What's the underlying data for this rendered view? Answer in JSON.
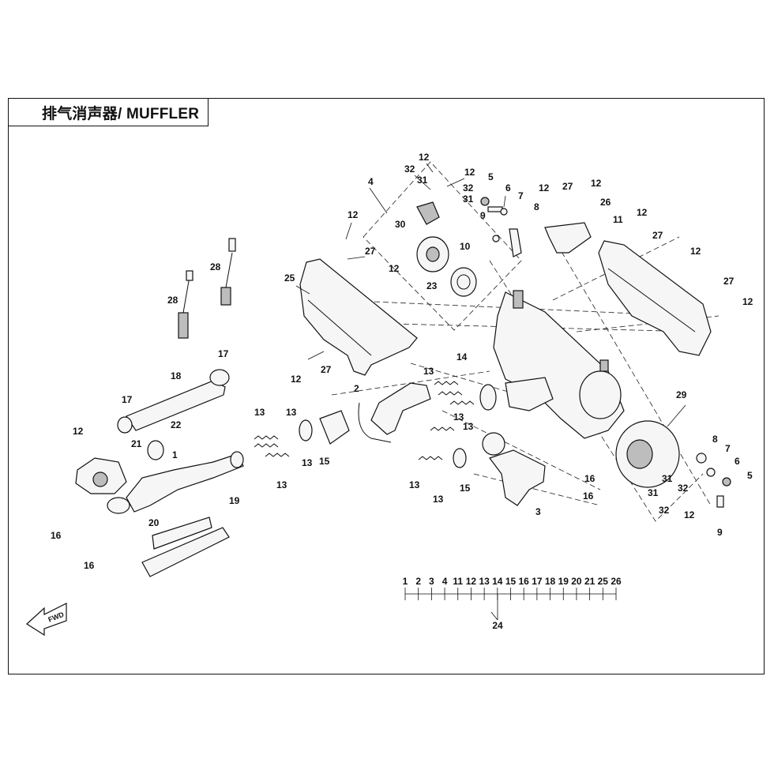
{
  "title": "排气消声器/ MUFFLER",
  "fwd_label": "FWD",
  "group_label": "24",
  "group_members": [
    "1",
    "2",
    "3",
    "4",
    "11",
    "12",
    "13",
    "14",
    "15",
    "16",
    "17",
    "18",
    "19",
    "20",
    "21",
    "25",
    "26"
  ],
  "callouts": [
    {
      "id": "c-12a",
      "text": "12"
    },
    {
      "id": "c-32a",
      "text": "32"
    },
    {
      "id": "c-31a",
      "text": "31"
    },
    {
      "id": "c-12b",
      "text": "12"
    },
    {
      "id": "c-32b",
      "text": "32"
    },
    {
      "id": "c-31b",
      "text": "31"
    },
    {
      "id": "c-4",
      "text": "4"
    },
    {
      "id": "c-30",
      "text": "30"
    },
    {
      "id": "c-10",
      "text": "10"
    },
    {
      "id": "c-23",
      "text": "23"
    },
    {
      "id": "c-5a",
      "text": "5"
    },
    {
      "id": "c-6a",
      "text": "6"
    },
    {
      "id": "c-7a",
      "text": "7"
    },
    {
      "id": "c-9a",
      "text": "9"
    },
    {
      "id": "c-8a",
      "text": "8"
    },
    {
      "id": "c-12c",
      "text": "12"
    },
    {
      "id": "c-27a",
      "text": "27"
    },
    {
      "id": "c-12d",
      "text": "12"
    },
    {
      "id": "c-26",
      "text": "26"
    },
    {
      "id": "c-11",
      "text": "11"
    },
    {
      "id": "c-12e",
      "text": "12"
    },
    {
      "id": "c-27b",
      "text": "27"
    },
    {
      "id": "c-12f",
      "text": "12"
    },
    {
      "id": "c-27c",
      "text": "27"
    },
    {
      "id": "c-12g",
      "text": "12"
    },
    {
      "id": "c-12h",
      "text": "12"
    },
    {
      "id": "c-27d",
      "text": "27"
    },
    {
      "id": "c-12i",
      "text": "12"
    },
    {
      "id": "c-25",
      "text": "25"
    },
    {
      "id": "c-28a",
      "text": "28"
    },
    {
      "id": "c-28b",
      "text": "28"
    },
    {
      "id": "c-12j",
      "text": "12"
    },
    {
      "id": "c-27e",
      "text": "27"
    },
    {
      "id": "c-17a",
      "text": "17"
    },
    {
      "id": "c-18",
      "text": "18"
    },
    {
      "id": "c-17b",
      "text": "17"
    },
    {
      "id": "c-22",
      "text": "22"
    },
    {
      "id": "c-12k",
      "text": "12"
    },
    {
      "id": "c-21",
      "text": "21"
    },
    {
      "id": "c-1",
      "text": "1"
    },
    {
      "id": "c-16a",
      "text": "16"
    },
    {
      "id": "c-16b",
      "text": "16"
    },
    {
      "id": "c-20",
      "text": "20"
    },
    {
      "id": "c-19",
      "text": "19"
    },
    {
      "id": "c-13a",
      "text": "13"
    },
    {
      "id": "c-13b",
      "text": "13"
    },
    {
      "id": "c-13c",
      "text": "13"
    },
    {
      "id": "c-15a",
      "text": "15"
    },
    {
      "id": "c-13d",
      "text": "13"
    },
    {
      "id": "c-2",
      "text": "2"
    },
    {
      "id": "c-13e",
      "text": "13"
    },
    {
      "id": "c-14",
      "text": "14"
    },
    {
      "id": "c-13f",
      "text": "13"
    },
    {
      "id": "c-13g",
      "text": "13"
    },
    {
      "id": "c-13h",
      "text": "13"
    },
    {
      "id": "c-13i",
      "text": "13"
    },
    {
      "id": "c-15b",
      "text": "15"
    },
    {
      "id": "c-3",
      "text": "3"
    },
    {
      "id": "c-16c",
      "text": "16"
    },
    {
      "id": "c-16d",
      "text": "16"
    },
    {
      "id": "c-29",
      "text": "29"
    },
    {
      "id": "c-8b",
      "text": "8"
    },
    {
      "id": "c-7b",
      "text": "7"
    },
    {
      "id": "c-6b",
      "text": "6"
    },
    {
      "id": "c-5b",
      "text": "5"
    },
    {
      "id": "c-31c",
      "text": "31"
    },
    {
      "id": "c-32c",
      "text": "32"
    },
    {
      "id": "c-31d",
      "text": "31"
    },
    {
      "id": "c-32d",
      "text": "32"
    },
    {
      "id": "c-12l",
      "text": "12"
    },
    {
      "id": "c-9b",
      "text": "9"
    }
  ]
}
